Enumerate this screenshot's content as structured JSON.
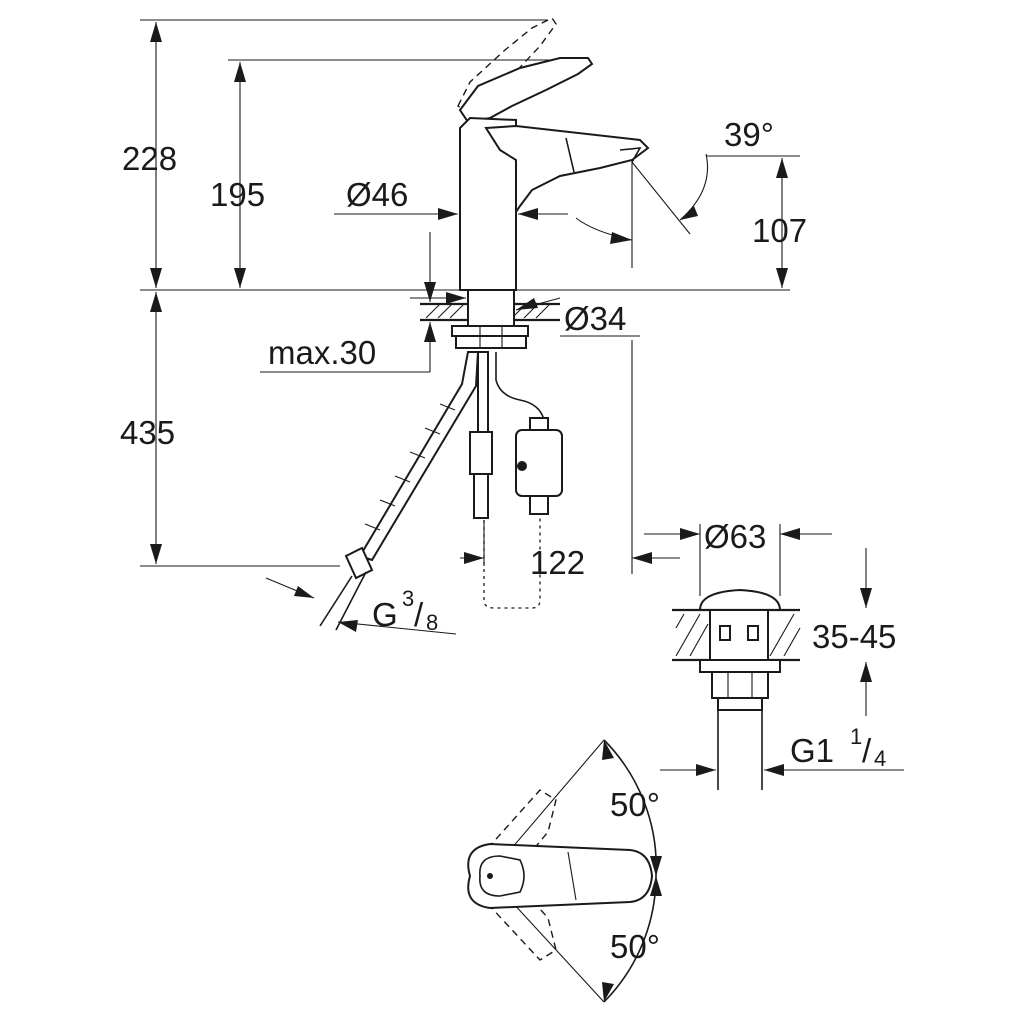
{
  "dimensions": {
    "total_height": "228",
    "spout_height": "195",
    "body_diameter": "Ø46",
    "spout_angle": "39°",
    "outlet_height": "107",
    "shank_diameter": "Ø34",
    "deck_max": "max.30",
    "hose_length": "435",
    "cable_length": "122",
    "waste_diameter": "Ø63",
    "basin_thickness": "35-45",
    "swivel_left": "50°",
    "swivel_right": "50°"
  },
  "threads": {
    "hose": {
      "base": "G",
      "num": "3",
      "den": "8"
    },
    "waste": {
      "base": "G1",
      "num": "1",
      "den": "4"
    }
  },
  "colors": {
    "line": "#1a1a1a",
    "background": "#ffffff"
  }
}
